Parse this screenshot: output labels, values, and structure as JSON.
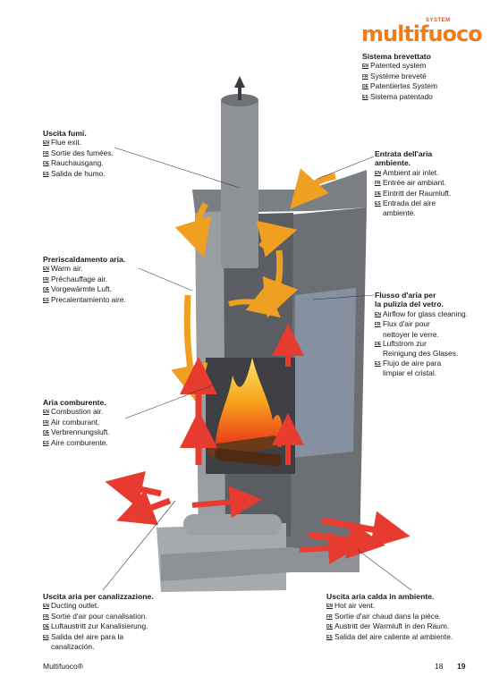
{
  "brand": {
    "word": "multifuoco",
    "superscript": "SYSTEM",
    "color": "#ef7d1a"
  },
  "patent": {
    "title": "Sistema brevettato",
    "lines": [
      {
        "lang": "EN",
        "text": "Patented system"
      },
      {
        "lang": "FR",
        "text": "Système breveté"
      },
      {
        "lang": "DE",
        "text": "Patentiertes System"
      },
      {
        "lang": "ES",
        "text": "Sistema patentado"
      }
    ]
  },
  "labels": {
    "flue": {
      "title": "Uscita fumi.",
      "lines": [
        {
          "lang": "EN",
          "text": "Flue exit."
        },
        {
          "lang": "FR",
          "text": "Sortie des fumées."
        },
        {
          "lang": "DE",
          "text": "Rauchausgang."
        },
        {
          "lang": "ES",
          "text": "Salida de humo."
        }
      ]
    },
    "ambient_inlet": {
      "title1": "Entrata dell'aria",
      "title2": "ambiente.",
      "lines": [
        {
          "lang": "EN",
          "text": "Ambient air inlet."
        },
        {
          "lang": "FR",
          "text": "Entrée air ambiant."
        },
        {
          "lang": "DE",
          "text": "Eintritt der Raumluft."
        },
        {
          "lang": "ES",
          "text": "Entrada del aire"
        }
      ],
      "extra": "ambiente."
    },
    "preheat": {
      "title": "Preriscaldamento aria.",
      "lines": [
        {
          "lang": "EN",
          "text": "Warm air."
        },
        {
          "lang": "FR",
          "text": "Préchauffage air."
        },
        {
          "lang": "DE",
          "text": "Vorgewärmte Luft."
        },
        {
          "lang": "ES",
          "text": "Precalentamiento aire."
        }
      ]
    },
    "glass": {
      "title1": "Flusso d'aria per",
      "title2": "la pulizia del vetro.",
      "en": "Airflow for glass cleaning.",
      "fr1": "Flux d'air pour",
      "fr2": "nettoyer le verre.",
      "de1": "Luftstrom zur",
      "de2": "Reinigung des Glases.",
      "es1": "Flujo de aire para",
      "es2": "limpiar el cristal."
    },
    "combustion": {
      "title": "Aria comburente.",
      "lines": [
        {
          "lang": "EN",
          "text": "Combustion air."
        },
        {
          "lang": "FR",
          "text": "Air comburant."
        },
        {
          "lang": "DE",
          "text": "Verbrennungsluft."
        },
        {
          "lang": "ES",
          "text": "Aire comburente."
        }
      ]
    },
    "ducting": {
      "title": "Uscita aria per canalizzazione.",
      "en": "Ducting outlet.",
      "fr": "Sortie d'air pour canalisation.",
      "de": "Luftaustritt zur Kanalisierung.",
      "es1": "Salida del aire para la",
      "es2": "canalización."
    },
    "hot_air": {
      "title": "Uscita aria calda in ambiente.",
      "lines": [
        {
          "lang": "EN",
          "text": "Hot air vent."
        },
        {
          "lang": "FR",
          "text": "Sortie d'air chaud dans la pièce."
        },
        {
          "lang": "DE",
          "text": "Austritt der Warmluft in den Raum."
        },
        {
          "lang": "ES",
          "text": "Salida del aire caliente al ambiente."
        }
      ]
    }
  },
  "footer": {
    "brand": "Multifuoco®",
    "page_left": "18",
    "page_right": "19"
  },
  "colors": {
    "hot_arrow": "#e63b2e",
    "warm_arrow": "#f0a020",
    "stove_body": "#8c8f93"
  }
}
